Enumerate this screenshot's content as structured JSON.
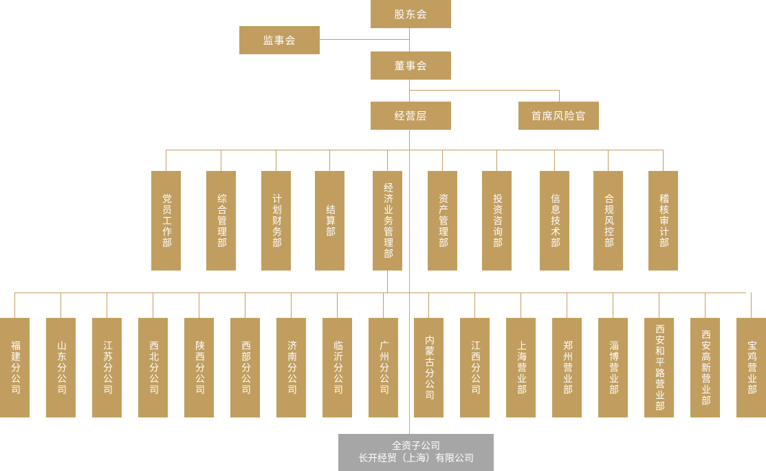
{
  "top": {
    "shareholders": "股东会",
    "supervisors": "监事会",
    "board": "董事会",
    "management": "经营层",
    "cro": "首席风险官"
  },
  "departments": [
    "党员工作部",
    "综合管理部",
    "计划财务部",
    "结算部",
    "经济业务管理部",
    "资产管理部",
    "投资咨询部",
    "信息技术部",
    "合规风控部",
    "稽核审计部"
  ],
  "branches": [
    "福建分公司",
    "山东分公司",
    "江苏分公司",
    "西北分公司",
    "陕西分公司",
    "西部分公司",
    "济南分公司",
    "临沂分公司",
    "广州分公司",
    "内蒙古分公司",
    "江西分公司",
    "上海营业部",
    "郑州营业部",
    "淄博营业部",
    "西安和平路营业部",
    "西安高新营业部",
    "宝鸡营业部"
  ],
  "subsidiary": {
    "label": "全资子公司",
    "name": "长开经贸（上海）有限公司"
  },
  "colors": {
    "box": "#c19e5f",
    "line": "#c19e5f",
    "subsidiary": "#a6a6a6"
  }
}
